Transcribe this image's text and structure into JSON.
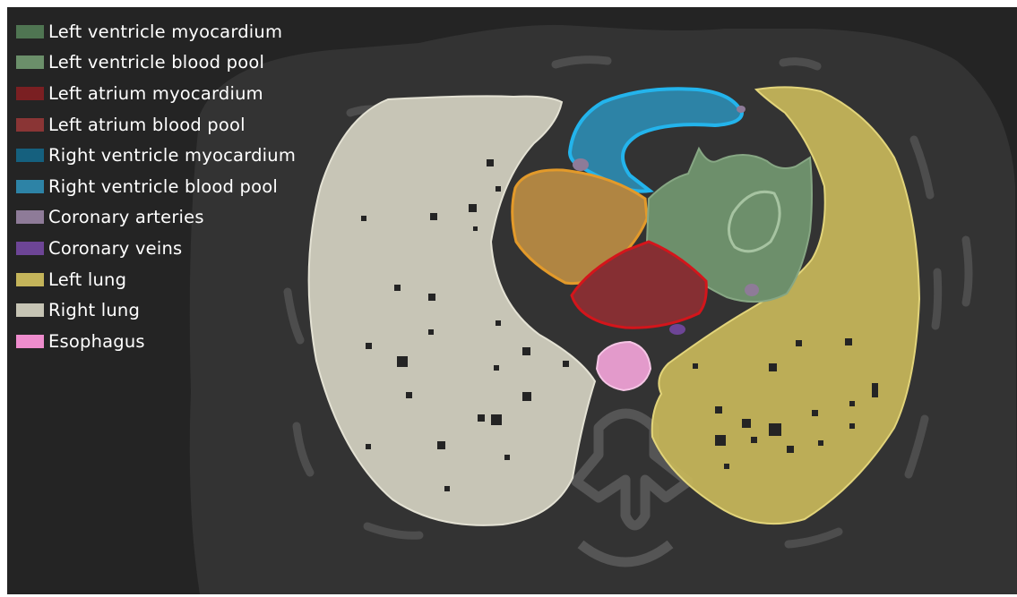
{
  "legend": [
    {
      "label": "Left ventricle myocardium",
      "color": "#4f7552"
    },
    {
      "label": "Left ventricle blood pool",
      "color": "#6b8f6a"
    },
    {
      "label": "Left atrium myocardium",
      "color": "#7a1f22"
    },
    {
      "label": "Left atrium blood pool",
      "color": "#8a3535"
    },
    {
      "label": "Right ventricle myocardium",
      "color": "#15607e"
    },
    {
      "label": "Right ventricle blood pool",
      "color": "#2d83a6"
    },
    {
      "label": "Coronary arteries",
      "color": "#8e7b98"
    },
    {
      "label": "Coronary veins",
      "color": "#6d4596"
    },
    {
      "label": "Left lung",
      "color": "#c4b45a"
    },
    {
      "label": "Right lung",
      "color": "#c6c4b4"
    },
    {
      "label": "Esophagus",
      "color": "#ee8ccd"
    }
  ]
}
